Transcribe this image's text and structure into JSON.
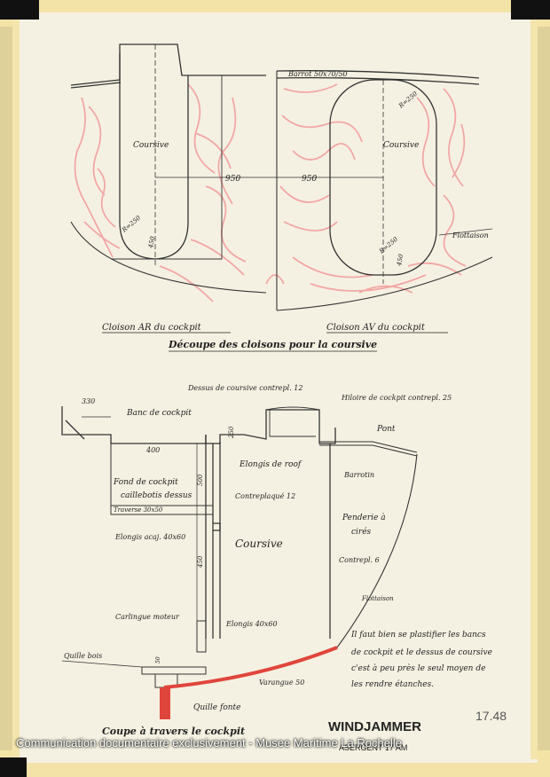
{
  "top_drawing": {
    "left_panel": {
      "label": "Coursive",
      "radius": "R=250",
      "dim": "450",
      "caption": "Cloison AR du cockpit"
    },
    "right_panel": {
      "label": "Coursive",
      "radius_top": "R=250",
      "radius_bottom": "R=250",
      "dim": "450",
      "caption": "Cloison AV du cockpit",
      "beam": "Barrot 50x70/50",
      "flotation": "Flottaison"
    },
    "dim_left": "950",
    "dim_right": "950",
    "title": "Découpe des cloisons pour la coursive"
  },
  "section": {
    "dim_330": "330",
    "bench": "Banc de cockpit",
    "top_label": "Dessus de coursive contrepl. 12",
    "hiloire": "Hiloire de cockpit contrepl. 25",
    "pont": "Pont",
    "dim_250": "250",
    "dim_400": "400",
    "elongis_roof": "Elongis de roof",
    "barrotin": "Barrotin",
    "fond1": "Fond de cockpit",
    "fond2": "caillebotis dessus",
    "traverse": "Traverse 30x50",
    "dim_500": "500",
    "contreplaque": "Contreplaqué 12",
    "penderie1": "Penderie à",
    "penderie2": "cirés",
    "elongis_acaj": "Elongis acaj. 40x60",
    "coursive": "Coursive",
    "dim_450": "450",
    "contrepl6": "Contrepl. 6",
    "flottaison": "Flottaison",
    "carlingue": "Carlingue moteur",
    "elongis40": "Elongis 40x60",
    "note1": "Il faut bien se plastifier les bancs",
    "note2": "de cockpit et le dessus de coursive",
    "note3": "c'est à peu près le seul moyen de",
    "note4": "les rendre étanches.",
    "quille_bois": "Quille bois",
    "dim_50": "50",
    "varangue": "Varangue 50",
    "quille_fonte": "Quille fonte",
    "caption": "Coupe à travers le cockpit"
  },
  "title_block": {
    "name": "WINDJAMMER",
    "sub": "ASERGENT 17 AM",
    "stamp": "17.48"
  },
  "watermark": "Communication documentaire exclusivement - Musee Maritime La Rochelle",
  "colors": {
    "paper": "#f5f1e2",
    "tape": "#f3e3a6",
    "ink": "#222222",
    "red": "#e0453c",
    "pink": "#f2a0a0"
  }
}
